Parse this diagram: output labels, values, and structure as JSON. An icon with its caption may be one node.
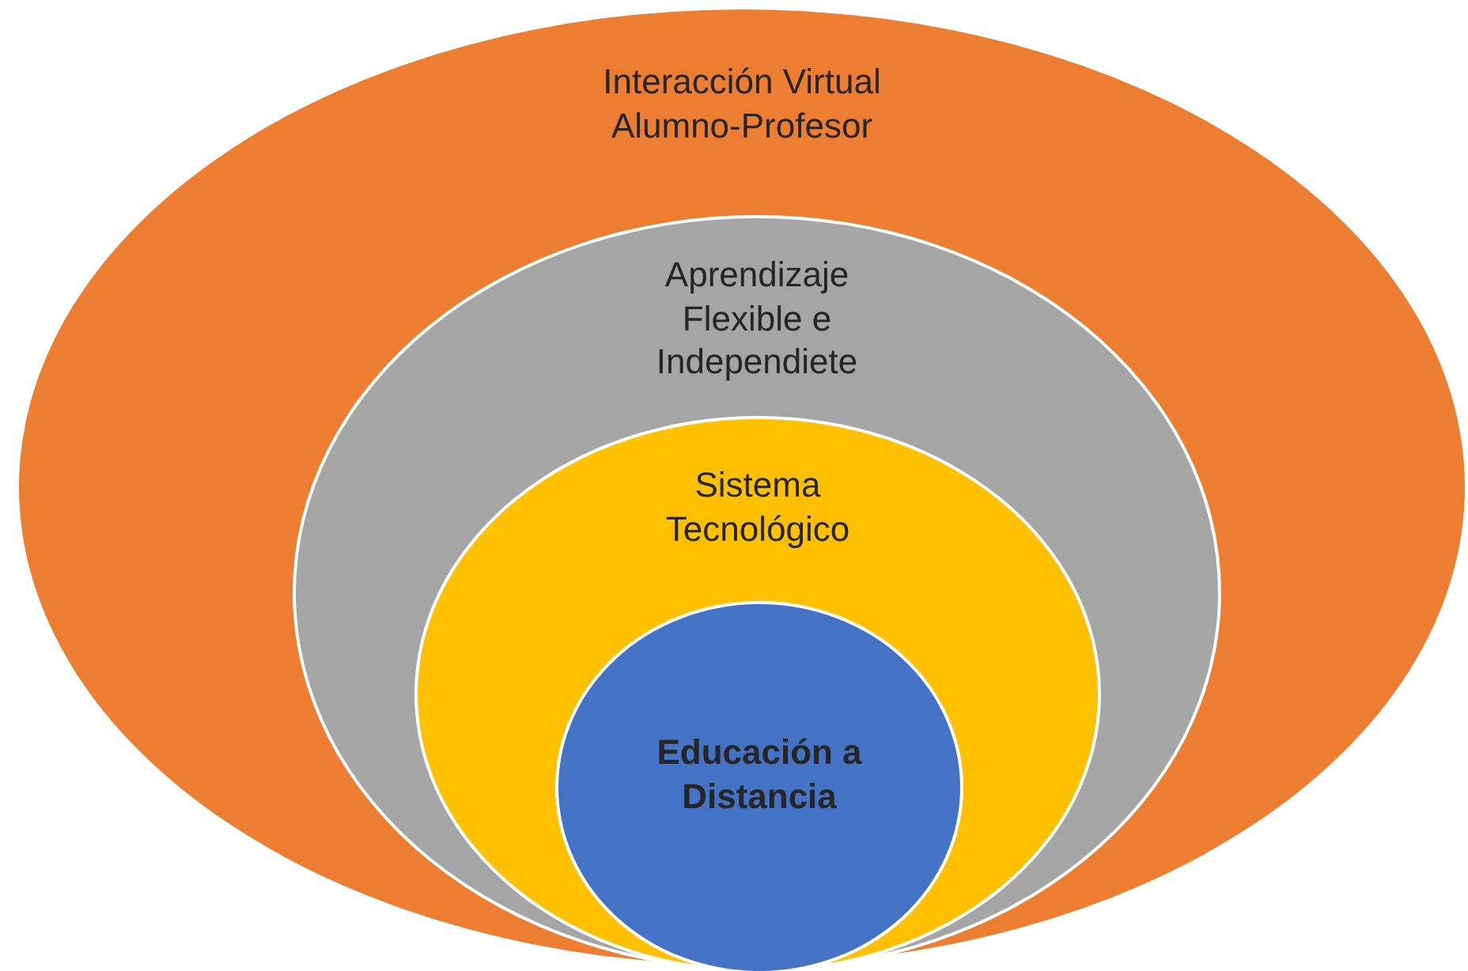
{
  "diagram": {
    "nodes": [
      {
        "text": [
          "Interacción Virtual Alumno-Profesor"
        ]
      },
      {
        "text": [
          "Aprendizaje Flexible e Independiete"
        ],
        "in": 0
      },
      {
        "text": [
          "Sistema Tecnológico"
        ],
        "in": 1
      },
      {
        "text": [
          "Educación a Distancia"
        ],
        "in": 2
      }
    ]
  }
}
